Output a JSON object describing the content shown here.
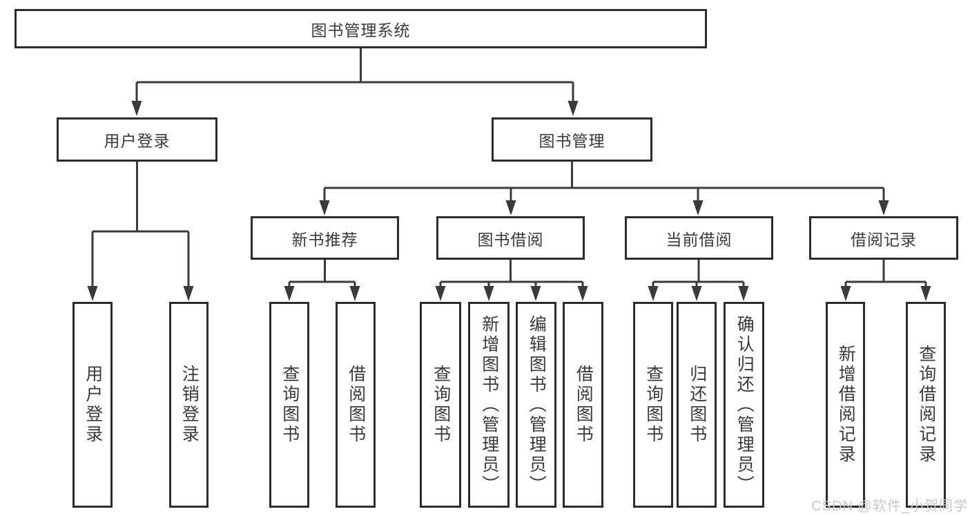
{
  "diagram": {
    "nodes": {
      "root": "图书管理系统",
      "user_login": "用户登录",
      "book_mgmt": "图书管理",
      "new_book": "新书推荐",
      "book_borrow": "图书借阅",
      "current_borrow": "当前借阅",
      "borrow_record": "借阅记录",
      "leaf_user_login": "用户登录",
      "leaf_logout": "注销登录",
      "leaf_nb_query": "查询图书",
      "leaf_nb_borrow": "借阅图书",
      "leaf_bb_query": "查询图书",
      "leaf_bb_add": "新增图书（管理员）",
      "leaf_bb_edit": "编辑图书（管理员）",
      "leaf_bb_borrow": "借阅图书",
      "leaf_cb_query": "查询图书",
      "leaf_cb_return": "归还图书",
      "leaf_cb_confirm": "确认归还（管理员）",
      "leaf_br_add": "新增借阅记录",
      "leaf_br_query": "查询借阅记录"
    },
    "watermark": "CSDN @软件_小贺同学",
    "colors": {
      "line": "#3a3a3a",
      "border": "#2c2c2c",
      "text": "#3a3a3a",
      "watermark": "#c8c8c8",
      "background": "#ffffff"
    }
  }
}
